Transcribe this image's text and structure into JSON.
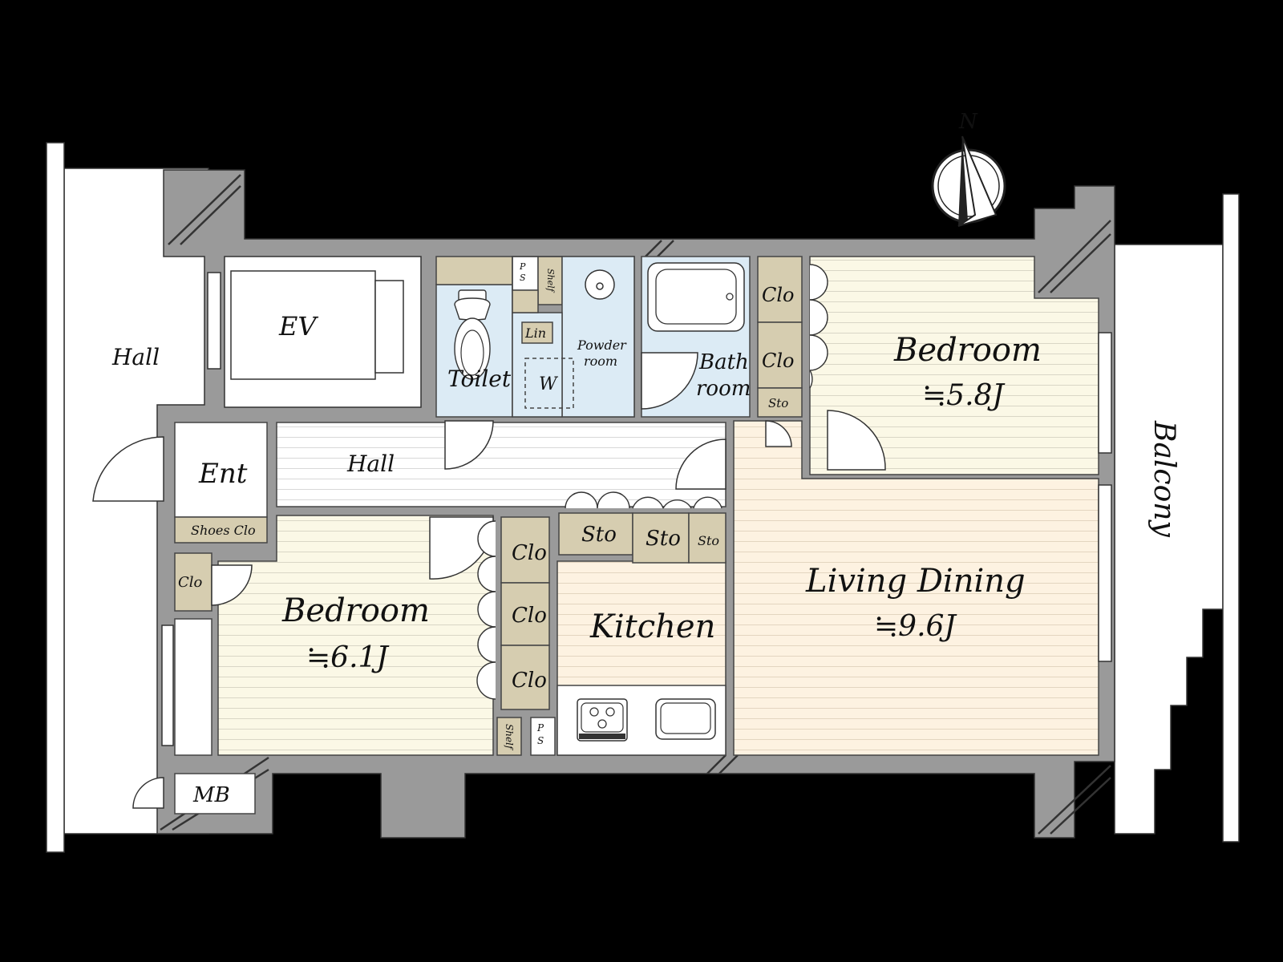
{
  "colors": {
    "background": "#000000",
    "wall": "#9a9a9a",
    "bedroom_floor": "#fbf8e6",
    "living_floor": "#fdf2e1",
    "wet_area": "#dcebf5",
    "storage": "#d6cdb0",
    "hall_floor": "#ffffff"
  },
  "compass": {
    "north_label": "N"
  },
  "rooms": {
    "hall_outside": "Hall",
    "ev": "EV",
    "toilet": "Toilet",
    "ps_top": "P\nS",
    "shelf_top": "Shelf",
    "lin": "Lin",
    "powder_room_1": "Powder",
    "powder_room_2": "room",
    "washer": "W",
    "bathroom_1": "Bath",
    "bathroom_2": "room",
    "clo_bed1_a": "Clo",
    "clo_bed1_b": "Clo",
    "sto_bed1": "Sto",
    "bedroom1_name": "Bedroom",
    "bedroom1_size": "≒5.8J",
    "balcony": "Balcony",
    "entrance": "Ent",
    "hall_inside": "Hall",
    "shoes_clo": "Shoes Clo",
    "clo_entry": "Clo",
    "bedroom2_name": "Bedroom",
    "bedroom2_size": "≒6.1J",
    "clo_bed2_a": "Clo",
    "clo_bed2_b": "Clo",
    "clo_bed2_c": "Clo",
    "sto_a": "Sto",
    "sto_b": "Sto",
    "sto_c": "Sto",
    "kitchen": "Kitchen",
    "shelf_bottom": "Shelf",
    "ps_bottom": "P\nS",
    "living_name": "Living Dining",
    "living_size": "≒9.6J",
    "mb": "MB"
  }
}
